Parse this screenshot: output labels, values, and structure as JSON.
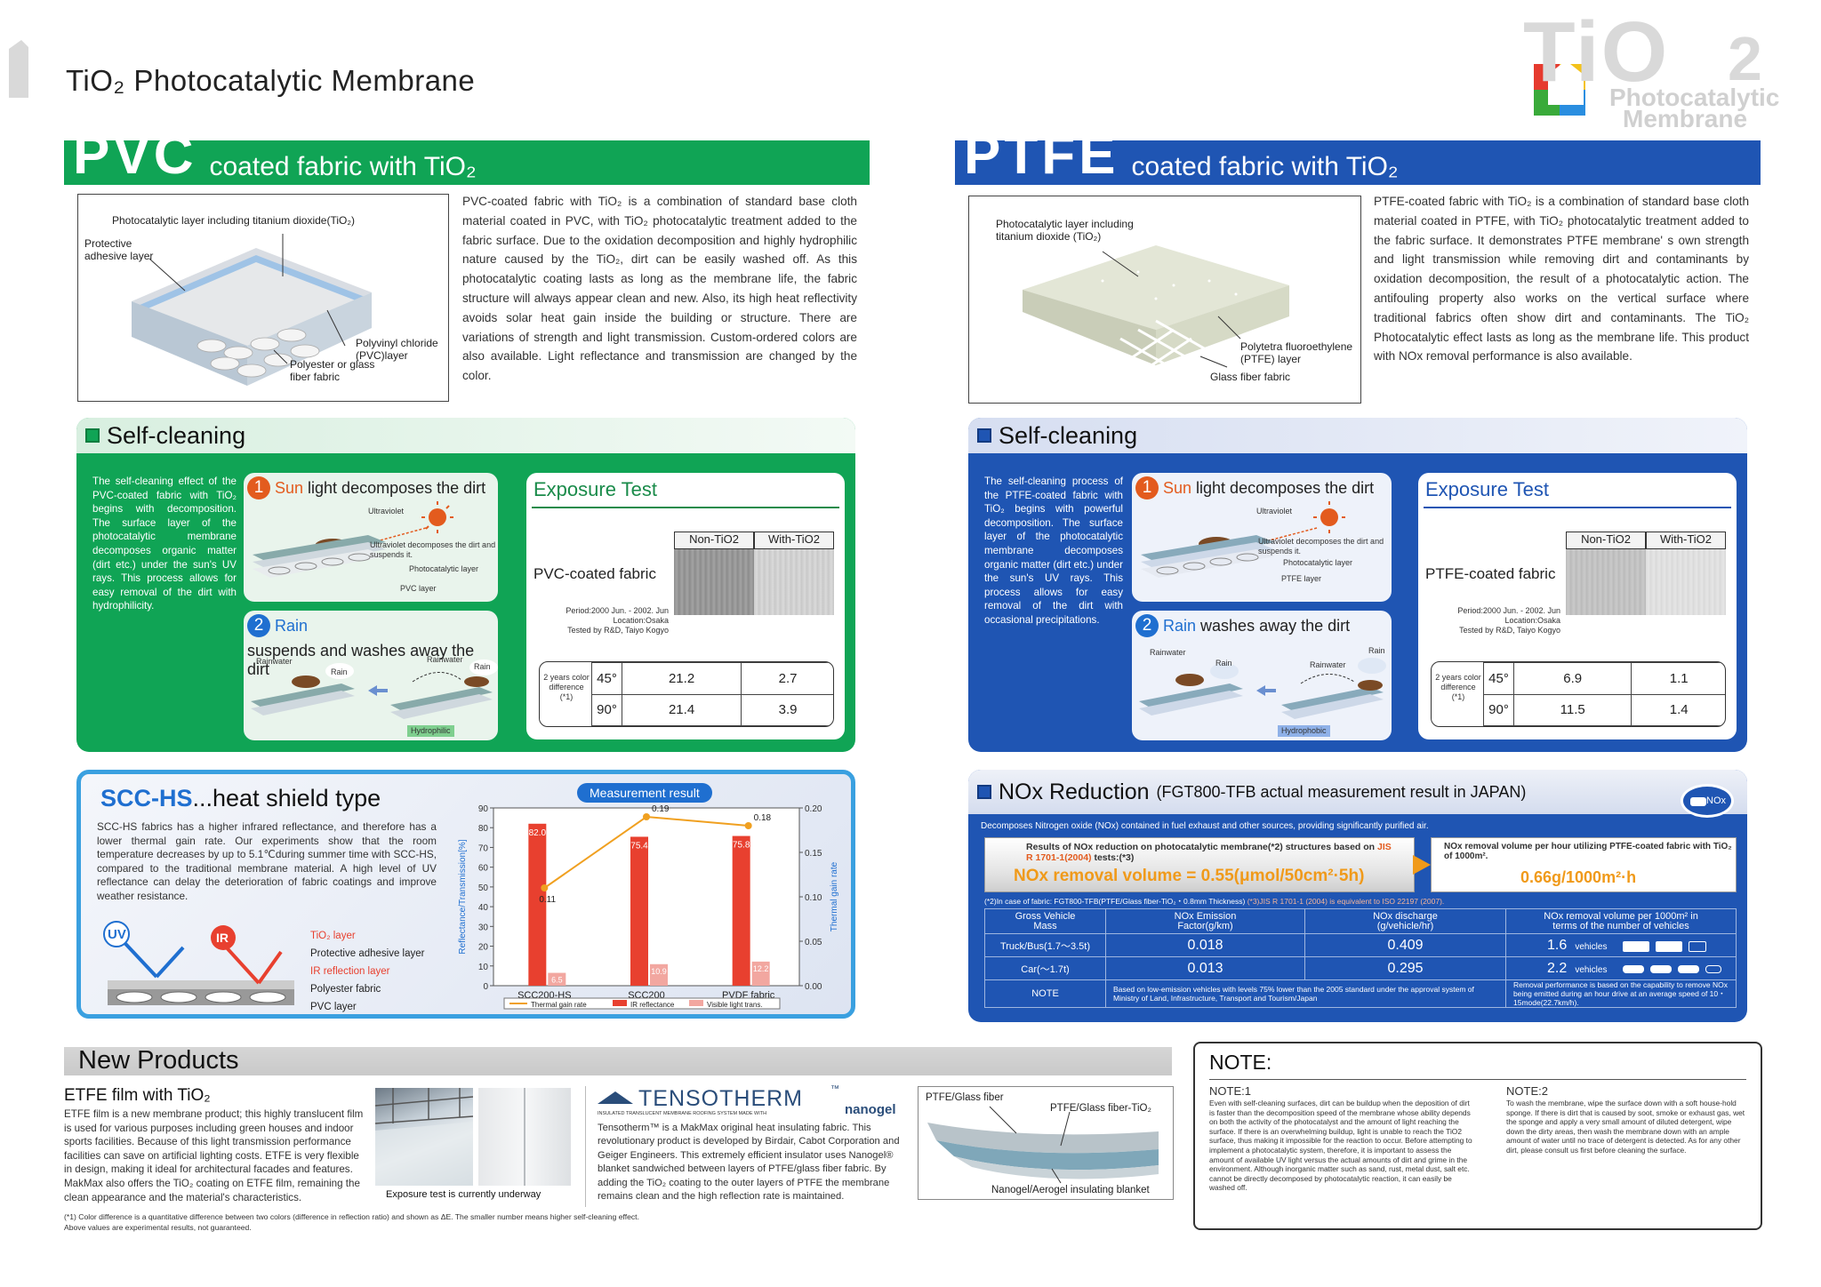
{
  "header": {
    "title": "TiO₂ Photocatalytic Membrane",
    "logo_letters": "TiO",
    "logo_sub": "2",
    "logo_word1": "Photocatalytic",
    "logo_word2": "Membrane"
  },
  "pvc": {
    "big": "PVC",
    "small": "coated fabric with TiO₂",
    "diagram_labels": {
      "top": "Photocatalytic layer including titanium dioxide(TiO₂)",
      "protective": "Protective adhesive layer",
      "pvc_layer": "Polyvinyl chloride (PVC)layer",
      "base": "Polyester or glass fiber fabric"
    },
    "desc": "PVC-coated fabric with TiO₂ is a combination of standard base cloth material coated in PVC, with TiO₂ photocatalytic treatment added to the fabric surface. Due to the oxidation decomposition and highly hydrophilic nature caused by the TiO₂, dirt can be easily washed off. As this photocatalytic coating lasts as long as the membrane life, the fabric structure will always appear clean and new.  Also, its high heat reflectivity avoids solar heat gain inside the building or structure. There are variations of strength and light transmission. Custom-ordered colors are also available. Light reflectance and transmission are changed by the color.",
    "self_cleaning": {
      "title": "Self-cleaning",
      "text": "The self-cleaning effect of the PVC-coated fabric with TiO₂ begins with decomposition. The surface layer of the photocatalytic membrane decomposes organic matter (dirt etc.) under the sun's UV rays. This process allows for easy removal of the dirt with hydrophilicity.",
      "step1_num": "1",
      "step1_hl": "Sun",
      "step1_rest": "light decomposes the dirt",
      "step1_uv": "Ultraviolet",
      "step1_l1": "Ultraviolet decomposes the dirt and suspends it.",
      "step1_l2": "Photocatalytic layer",
      "step1_l3": "PVC layer",
      "step2_num": "2",
      "step2_hl": "Rain",
      "step2_rest": "suspends and washes away the dirt",
      "step2_rw1": "Rainwater",
      "step2_rain1": "Rain",
      "step2_rw2": "Rainwater",
      "step2_rain2": "Rain",
      "step2_tag": "Hydrophilic"
    },
    "exposure": {
      "title": "Exposure Test",
      "fabric": "PVC-coated fabric",
      "col1": "Non-TiO2",
      "col2": "With-TiO2",
      "period": "Period:2000 Jun. - 2002. Jun",
      "location": "Location:Osaka",
      "tested": "Tested by R&D, Taiyo Kogyo",
      "row_label": "2 years color difference (*1)",
      "rows": [
        {
          "angle": "45°",
          "non": "21.2",
          "with": "2.7"
        },
        {
          "angle": "90°",
          "non": "21.4",
          "with": "3.9"
        }
      ]
    }
  },
  "ptfe": {
    "big": "PTFE",
    "small": "coated fabric with TiO₂",
    "diagram_labels": {
      "top": "Photocatalytic layer including titanium dioxide (TiO₂)",
      "ptfe_layer": "Polytetra fluoroethylene (PTFE) layer",
      "base": "Glass fiber fabric"
    },
    "desc": "PTFE-coated fabric with TiO₂ is a combination of standard base cloth material coated in PTFE, with TiO₂ photocatalytic treatment added to the fabric surface. It demonstrates PTFE membrane' s own strength and light transmission while removing dirt and contaminants by oxidation decomposition, the result of a photocatalytic action.  The antifouling property also works on the vertical surface where traditional fabrics often show dirt and contaminants. The TiO₂ Photocatalytic effect lasts as long as the membrane life.  This product with NOx removal performance is also available.",
    "self_cleaning": {
      "title": "Self-cleaning",
      "text": "The self-cleaning process of the PTFE-coated fabric with TiO₂ begins with powerful decomposition. The surface layer of the photocatalytic membrane decomposes organic matter (dirt etc.) under the sun's UV rays. This process allows for easy removal of the dirt with occasional precipitations.",
      "step1_num": "1",
      "step1_hl": "Sun",
      "step1_rest": "light decomposes the dirt",
      "step1_uv": "Ultraviolet",
      "step1_l1": "Ultraviolet decomposes the dirt and suspends it.",
      "step1_l2": "Photocatalytic layer",
      "step1_l3": "PTFE layer",
      "step2_num": "2",
      "step2_hl": "Rain",
      "step2_rest": "washes away the dirt",
      "step2_rw1": "Rainwater",
      "step2_rain1": "Rain",
      "step2_rw2": "Rainwater",
      "step2_rain2": "Rain",
      "step2_tag": "Hydrophobic"
    },
    "exposure": {
      "title": "Exposure Test",
      "fabric": "PTFE-coated fabric",
      "col1": "Non-TiO2",
      "col2": "With-TiO2",
      "period": "Period:2000 Jun. - 2002. Jun",
      "location": "Location:Osaka",
      "tested": "Tested by R&D, Taiyo Kogyo",
      "row_label": "2 years color difference (*1)",
      "rows": [
        {
          "angle": "45°",
          "non": "6.9",
          "with": "1.1"
        },
        {
          "angle": "90°",
          "non": "11.5",
          "with": "1.4"
        }
      ]
    }
  },
  "scc": {
    "title_a": "SCC-HS",
    "title_b": "...heat shield type",
    "text": "SCC-HS fabrics has a higher infrared reflectance, and therefore has a lower thermal gain rate. Our experiments show that the room temperature decreases by up to 5.1℃during summer time with SCC-HS, compared to the traditional membrane material. A high level of UV reflectance can delay the deterioration of fabric coatings and improve weather resistance.",
    "uv": "UV",
    "ir": "IR",
    "layers": [
      "TiO₂ layer",
      "Protective adhesive layer",
      "IR reflection layer",
      "Polyester fabric",
      "PVC layer"
    ],
    "measure_badge": "Measurement result"
  },
  "chart_data": {
    "type": "bar",
    "categories": [
      "SCC200-HS",
      "SCC200",
      "PVDF fabric"
    ],
    "series": [
      {
        "name": "IR reflectance",
        "values": [
          82.0,
          75.4,
          75.8
        ],
        "color": "#e8402f"
      },
      {
        "name": "Visible light trans.",
        "values": [
          6.5,
          10.9,
          12.2
        ],
        "color": "#f2a7a0"
      },
      {
        "name": "Thermal gain rate",
        "values": [
          0.11,
          0.19,
          0.18
        ],
        "color": "#f0a020",
        "axis": "right"
      }
    ],
    "bar_labels": [
      "82.0",
      "75.4",
      "75.8"
    ],
    "vis_labels": [
      "6.5",
      "10.9",
      "12.2"
    ],
    "line_labels": [
      "0.11",
      "0.19",
      "0.18"
    ],
    "ylabel": "Reflectance/Transmission[%]",
    "y2label": "Thermal gain rate",
    "ylim": [
      0,
      90
    ],
    "y2lim": [
      0,
      0.2
    ],
    "yticks": [
      "0",
      "10",
      "20",
      "30",
      "40",
      "50",
      "60",
      "70",
      "80",
      "90"
    ],
    "y2ticks": [
      "0.00",
      "0.05",
      "0.10",
      "0.15",
      "0.20"
    ],
    "legend": [
      "Thermal gain rate",
      "IR reflectance",
      "Visible light trans."
    ]
  },
  "nox": {
    "title_a": "NOx Reduction",
    "title_b": "(FGT800-TFB actual measurement result in JAPAN)",
    "badge": "NOx",
    "intro": "Decomposes Nitrogen oxide (NOx) contained in fuel exhaust and other sources, providing significantly purified air.",
    "result_head": "Results of NOx reduction on photocatalytic membrane(*2) structures based on",
    "result_std": "JIS R 1701-1(2004)",
    "result_tail": "tests:(*3)",
    "result_val": "NOx removal volume = 0.55(μmol/50cm²·5h)",
    "per_hour_head": "NOx removal volume per hour utilizing PTFE-coated fabric with TiO₂ of 1000m².",
    "per_hour_val": "0.66g/1000m²·h",
    "footnote_a": "(*2)In case of fabric: FGT800-TFB(PTFE/Glass fiber-TiO₂・0.8mm Thickness)",
    "footnote_b": "(*3)JIS R 1701-1 (2004) is equivalent to ISO 22197 (2007).",
    "headers": [
      "Gross Vehicle Mass",
      "NOx Emission Factor(g/km)",
      "NOx discharge (g/vehicle/hr)",
      "NOx removal volume per 1000m² in terms of the number of vehicles"
    ],
    "rows": [
      {
        "mass": "Truck/Bus(1.7〜3.5t)",
        "factor": "0.018",
        "discharge": "0.409",
        "count": "1.6",
        "unit": "vehicles"
      },
      {
        "mass": "Car(〜1.7t)",
        "factor": "0.013",
        "discharge": "0.295",
        "count": "2.2",
        "unit": "vehicles"
      }
    ],
    "note_label": "NOTE",
    "note_a": "Based on low-emission vehicles with levels 75% lower than the 2005 standard under the approval system of Ministry of Land, Infrastructure, Transport and Tourism/Japan",
    "note_b": "Removal performance is based on the capability to remove NOx being emitted during an hour drive at an average speed of 10・15mode(22.7km/h)."
  },
  "new_products": {
    "title": "New Products",
    "etfe_title": "ETFE film with TiO₂",
    "etfe_text": "ETFE film is a new membrane product; this highly translucent film is used for various purposes including green houses and indoor sports facilities. Because of this light transmission performance facilities can save on artificial lighting costs. ETFE is very flexible in design, making it ideal for architectural facades and features. MakMax also offers the TiO₂ coating on ETFE film, remaining the clean appearance and the material's characteristics.",
    "photo_caption": "Exposure test is currently underway",
    "tenso_brand": "TENSOTHERM",
    "tenso_tm": "™",
    "tenso_sub": "INSULATED TRANSLUCENT MEMBRANE ROOFING SYSTEM MADE WITH",
    "nanogel": "nanogel",
    "tenso_text": "Tensotherm™ is a MakMax original heat insulating fabric. This revolutionary product is developed by Birdair, Cabot Corporation and Geiger Engineers. This extremely efficient insulator uses Nanogel® blanket sandwiched between layers of PTFE/glass fiber fabric. By adding the TiO₂ coating to the outer layers of PTFE the membrane remains clean and the high reflection rate is maintained.",
    "layer1": "PTFE/Glass fiber",
    "layer2": "PTFE/Glass fiber-TiO₂",
    "layer3": "Nanogel/Aerogel insulating blanket",
    "foot1": "(*1) Color difference is a quantitative difference between two colors (difference in reflection ratio) and shown as ΔE. The smaller number means higher self-cleaning effect.",
    "foot2": "Above values are experimental results, not guaranteed."
  },
  "notes": {
    "title": "NOTE:",
    "n1_title": "NOTE:1",
    "n1_text": "Even with self-cleaning surfaces, dirt can be buildup when the deposition of dirt is faster than the decomposition speed of the membrane whose ability depends on both the activity of the photocatalyst and the amount of light reaching the surface. If there is an overwhelming buildup, light is unable to reach the TiO2 surface, thus making it impossible for the reaction to occur. Before attempting to implement a photocatalytic system, therefore, it is important to assess the amount of available UV light versus the actual amounts of dirt and grime in the environment. Although inorganic matter such as sand, rust, metal dust, salt etc. cannot be directly decomposed by photocatalytic reaction, it can easily be washed off.",
    "n2_title": "NOTE:2",
    "n2_text": "To wash the membrane, wipe the surface down with a soft house-hold sponge. If there is dirt that is caused by soot, smoke or exhaust gas, wet the sponge and apply a very small amount of diluted detergent, wipe down the dirty areas, then wash the membrane down with an ample amount of water until no trace of detergent is detected. As for any other dirt, please consult us first before cleaning the surface."
  },
  "colors": {
    "green": "#10a455",
    "blue": "#1f55b3",
    "orange": "#e35b1e",
    "red_bar": "#e8402f"
  }
}
